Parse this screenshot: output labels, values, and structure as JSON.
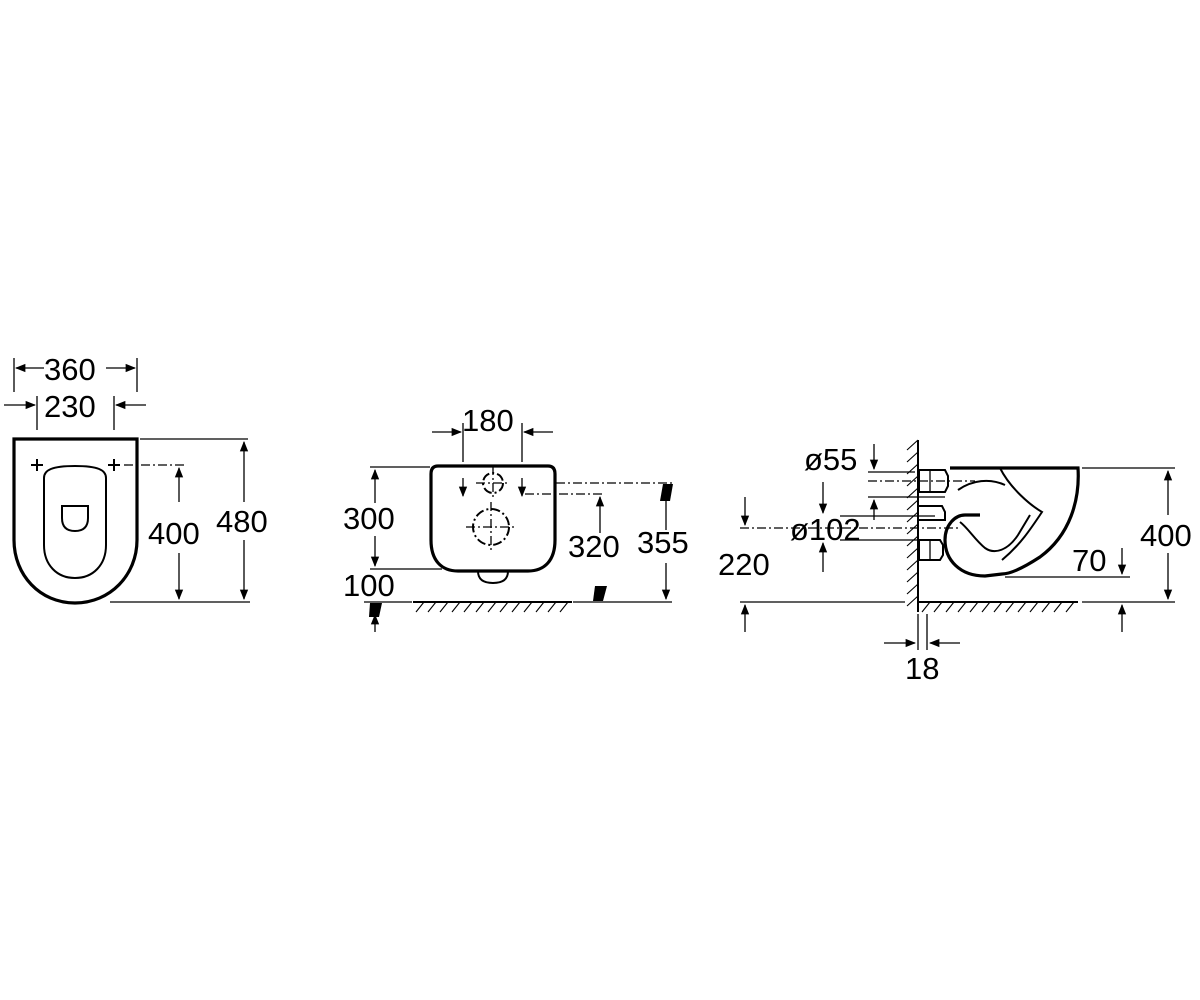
{
  "front_view": {
    "width": "360",
    "hole_spacing": "230",
    "length": "480",
    "hole_distance": "400"
  },
  "rear_view": {
    "inlet_spacing": "180",
    "inlet_height": "300",
    "outlet_height": "100",
    "fixing_height": "320",
    "top_height": "355"
  },
  "side_view": {
    "inlet_diameter": "ø55",
    "outlet_diameter": "ø102",
    "outlet_height": "220",
    "rim_height": "400",
    "seat_drop": "70",
    "wall_gap": "18"
  },
  "colors": {
    "ink": "#000000",
    "background": "#ffffff"
  }
}
